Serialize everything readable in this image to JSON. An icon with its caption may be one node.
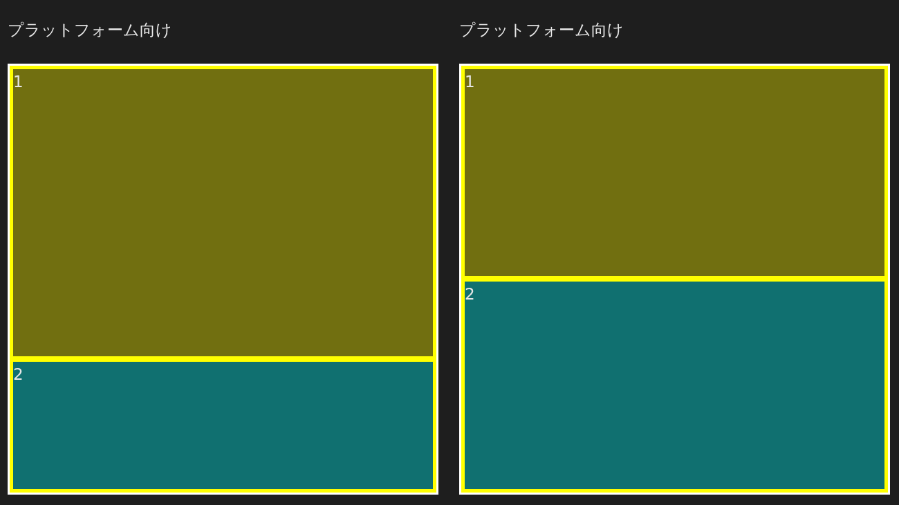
{
  "diagram": {
    "nodes": [
      {
        "text": [
          "プラットフォーム向け"
        ]
      },
      {
        "text": [
          "1"
        ],
        "in": 0
      },
      {
        "text": [
          "2"
        ],
        "in": 0
      },
      {
        "text": [
          "プラットフォーム向け"
        ]
      },
      {
        "text": [
          "1"
        ],
        "in": 3
      },
      {
        "text": [
          "2"
        ],
        "in": 3
      }
    ]
  }
}
